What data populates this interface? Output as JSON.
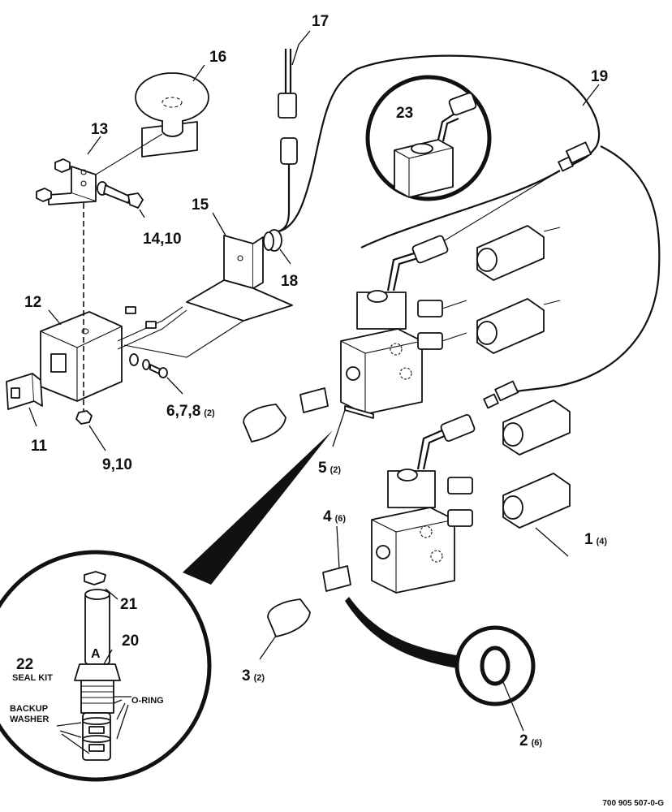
{
  "callouts": {
    "c1": {
      "num": "1",
      "qty": "(4)"
    },
    "c2": {
      "num": "2",
      "qty": "(6)"
    },
    "c3": {
      "num": "3",
      "qty": "(2)"
    },
    "c4": {
      "num": "4",
      "qty": "(6)"
    },
    "c5": {
      "num": "5",
      "qty": "(2)"
    },
    "c678": {
      "num": "6,7,8",
      "qty": "(2)"
    },
    "c910": {
      "num": "9,10"
    },
    "c11": {
      "num": "11"
    },
    "c12": {
      "num": "12"
    },
    "c13": {
      "num": "13"
    },
    "c1410": {
      "num": "14,10"
    },
    "c15": {
      "num": "15"
    },
    "c16": {
      "num": "16"
    },
    "c17": {
      "num": "17"
    },
    "c18": {
      "num": "18"
    },
    "c19": {
      "num": "19"
    },
    "c20": {
      "num": "20"
    },
    "c21": {
      "num": "21"
    },
    "c22": {
      "num": "22",
      "sub": "SEAL KIT"
    },
    "c23": {
      "num": "23"
    }
  },
  "detail": {
    "cartridge_letter": "A",
    "oring_label": "O-RING",
    "backup_line1": "BACKUP",
    "backup_line2": "WASHER"
  },
  "drawing_number": "700 905 507-0-G"
}
